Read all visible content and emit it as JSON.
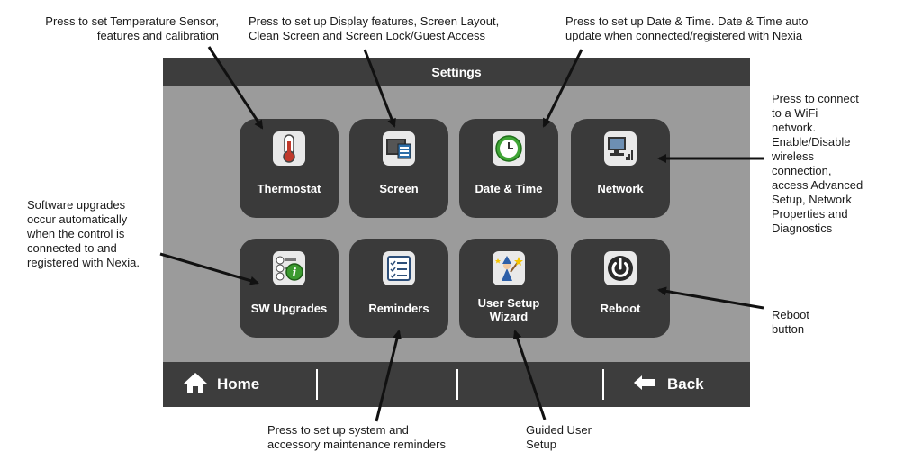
{
  "callouts": {
    "thermostat": "Press to set Temperature Sensor,\nfeatures and calibration",
    "screen": "Press to set up Display features, Screen Layout,\nClean Screen and Screen Lock/Guest Access",
    "datetime": "Press to set up Date & Time. Date & Time auto\nupdate when connected/registered with Nexia",
    "network": "Press to connect\nto a WiFi\nnetwork.\nEnable/Disable\nwireless\nconnection,\naccess Advanced\nSetup, Network\nProperties and\nDiagnostics",
    "sw_upgrades": "Software upgrades\noccur automatically\nwhen the control is\nconnected to and\nregistered with Nexia.",
    "reboot": "Reboot\nbutton",
    "reminders": "Press to set up system and\naccessory maintenance reminders",
    "wizard": "Guided User\nSetup"
  },
  "screen": {
    "title": "Settings",
    "tiles": [
      {
        "label": "Thermostat",
        "icon": "thermometer-icon"
      },
      {
        "label": "Screen",
        "icon": "screen-layout-icon"
      },
      {
        "label": "Date & Time",
        "icon": "clock-icon"
      },
      {
        "label": "Network",
        "icon": "network-computer-icon"
      },
      {
        "label": "SW Upgrades",
        "icon": "info-list-icon"
      },
      {
        "label": "Reminders",
        "icon": "checklist-icon"
      },
      {
        "label": "User Setup Wizard",
        "icon": "wizard-icon"
      },
      {
        "label": "Reboot",
        "icon": "power-icon"
      }
    ],
    "bottom": {
      "home": "Home",
      "back": "Back"
    }
  },
  "colors": {
    "screen_bg": "#9b9b9b",
    "bar": "#3d3d3d",
    "tile": "#3a3a3a",
    "clock_green": "#3fa535",
    "info_green": "#3b9a2f"
  }
}
